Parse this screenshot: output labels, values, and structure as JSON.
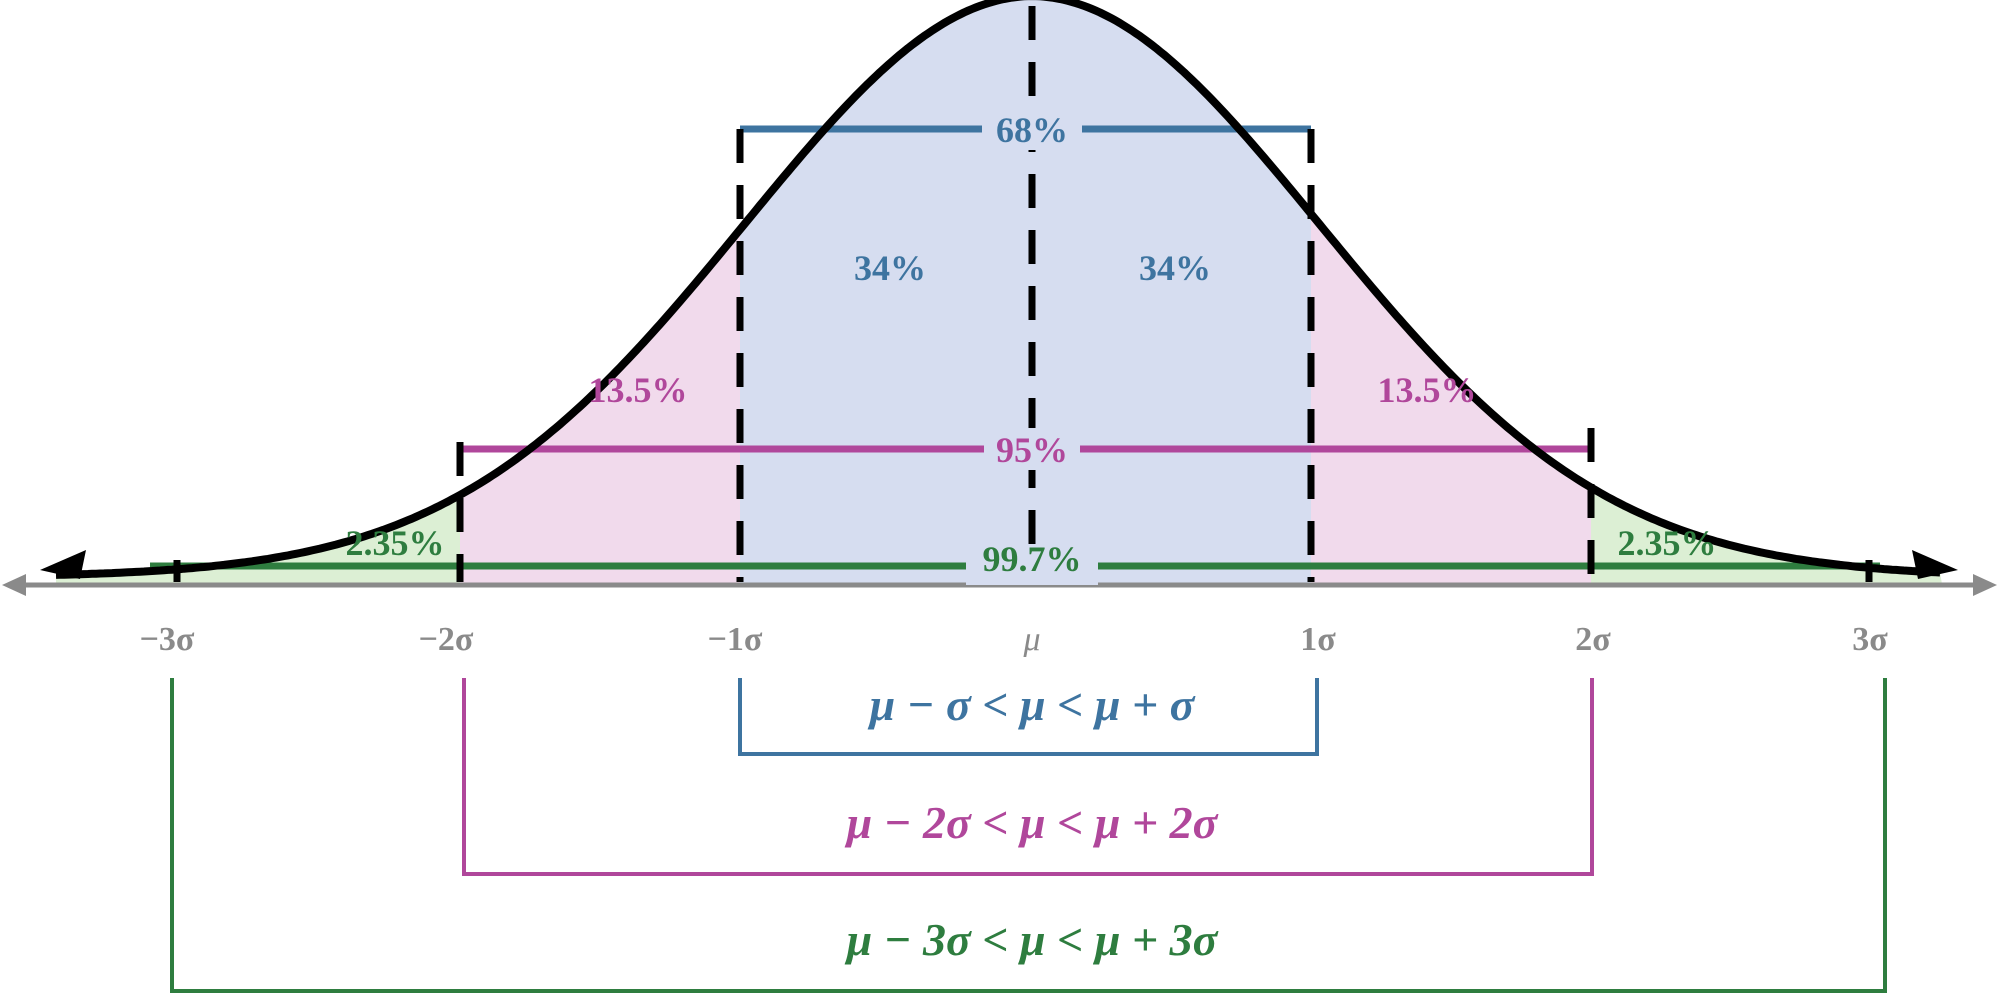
{
  "colors": {
    "blue": "#3e74a0",
    "magenta": "#b0479b",
    "green": "#2e7d3f",
    "fill_blue": "#d6ddf0",
    "fill_pink": "#f1daec",
    "fill_green": "#dcefd4",
    "axis": "#8a8a8a",
    "curve": "#000000"
  },
  "axis_labels": [
    "−3σ",
    "−2σ",
    "−1σ",
    "μ",
    "1σ",
    "2σ",
    "3σ"
  ],
  "region_labels": {
    "left_tail": "2.35%",
    "left_mid": "13.5%",
    "left_center": "34%",
    "right_center": "34%",
    "right_mid": "13.5%",
    "right_tail": "2.35%"
  },
  "band_labels": {
    "one_sigma": "68%",
    "two_sigma": "95%",
    "three_sigma": "99.7%"
  },
  "inequalities": {
    "one_sigma": "μ − σ < μ < μ + σ",
    "two_sigma": "μ − 2σ < μ < μ + 2σ",
    "three_sigma": "μ − 3σ < μ < μ + 3σ"
  }
}
